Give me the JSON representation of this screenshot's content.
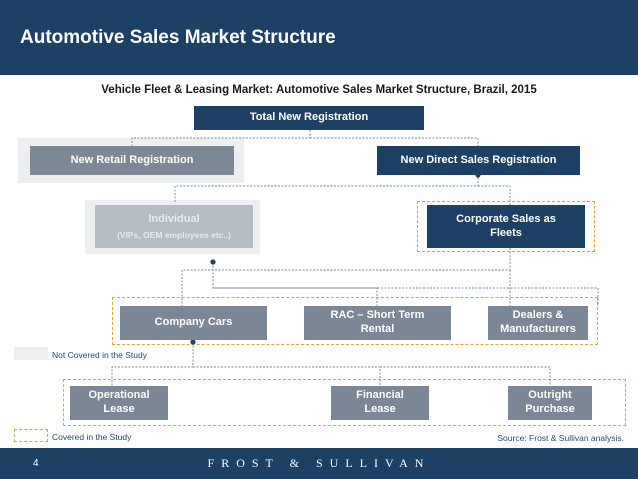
{
  "header": {
    "title": "Automotive Sales Market Structure"
  },
  "subtitle": "Vehicle Fleet & Leasing Market: Automotive Sales Market Structure, Brazil, 2015",
  "nodes": {
    "total": "Total New Registration",
    "retail": "New Retail Registration",
    "direct": "New Direct Sales Registration",
    "individual": "Individual",
    "individual_note": "(VIPs, OEM employees etc..)",
    "corporate": "Corporate Sales as Fleets",
    "company_cars": "Company Cars",
    "rac": "RAC – Short Term Rental",
    "dealers": "Dealers & Manufacturers",
    "operational": "Operational Lease",
    "financial": "Financial Lease",
    "outright": "Outright Purchase"
  },
  "legend": {
    "not_covered": "Not Covered in the Study",
    "covered": "Covered in the Study"
  },
  "source": "Source: Frost & Sullivan analysis.",
  "footer": {
    "page_number": "4",
    "brand": "FROST & SULLIVAN"
  },
  "colors": {
    "navy": "#1d4065",
    "grey_box": "#7d8896",
    "dashed_border": "#e3a832",
    "shaded_area": "#eceef0"
  }
}
